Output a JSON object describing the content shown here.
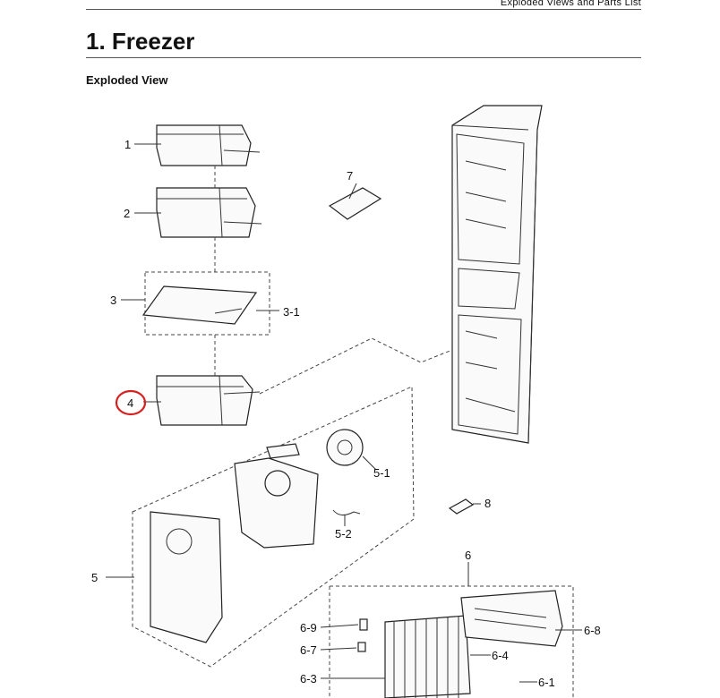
{
  "header": {
    "section": "Exploded Views and Parts List"
  },
  "title": "1.  Freezer",
  "subtitle": "Exploded View",
  "callouts": {
    "c1": "1",
    "c2": "2",
    "c3": "3",
    "c3_1": "3-1",
    "c4": "4",
    "c5": "5",
    "c5_1": "5-1",
    "c5_2": "5-2",
    "c6": "6",
    "c6_1": "6-1",
    "c6_3": "6-3",
    "c6_4": "6-4",
    "c6_7": "6-7",
    "c6_8": "6-8",
    "c6_9": "6-9",
    "c7": "7",
    "c8": "8"
  },
  "highlight_color": "#d42020"
}
